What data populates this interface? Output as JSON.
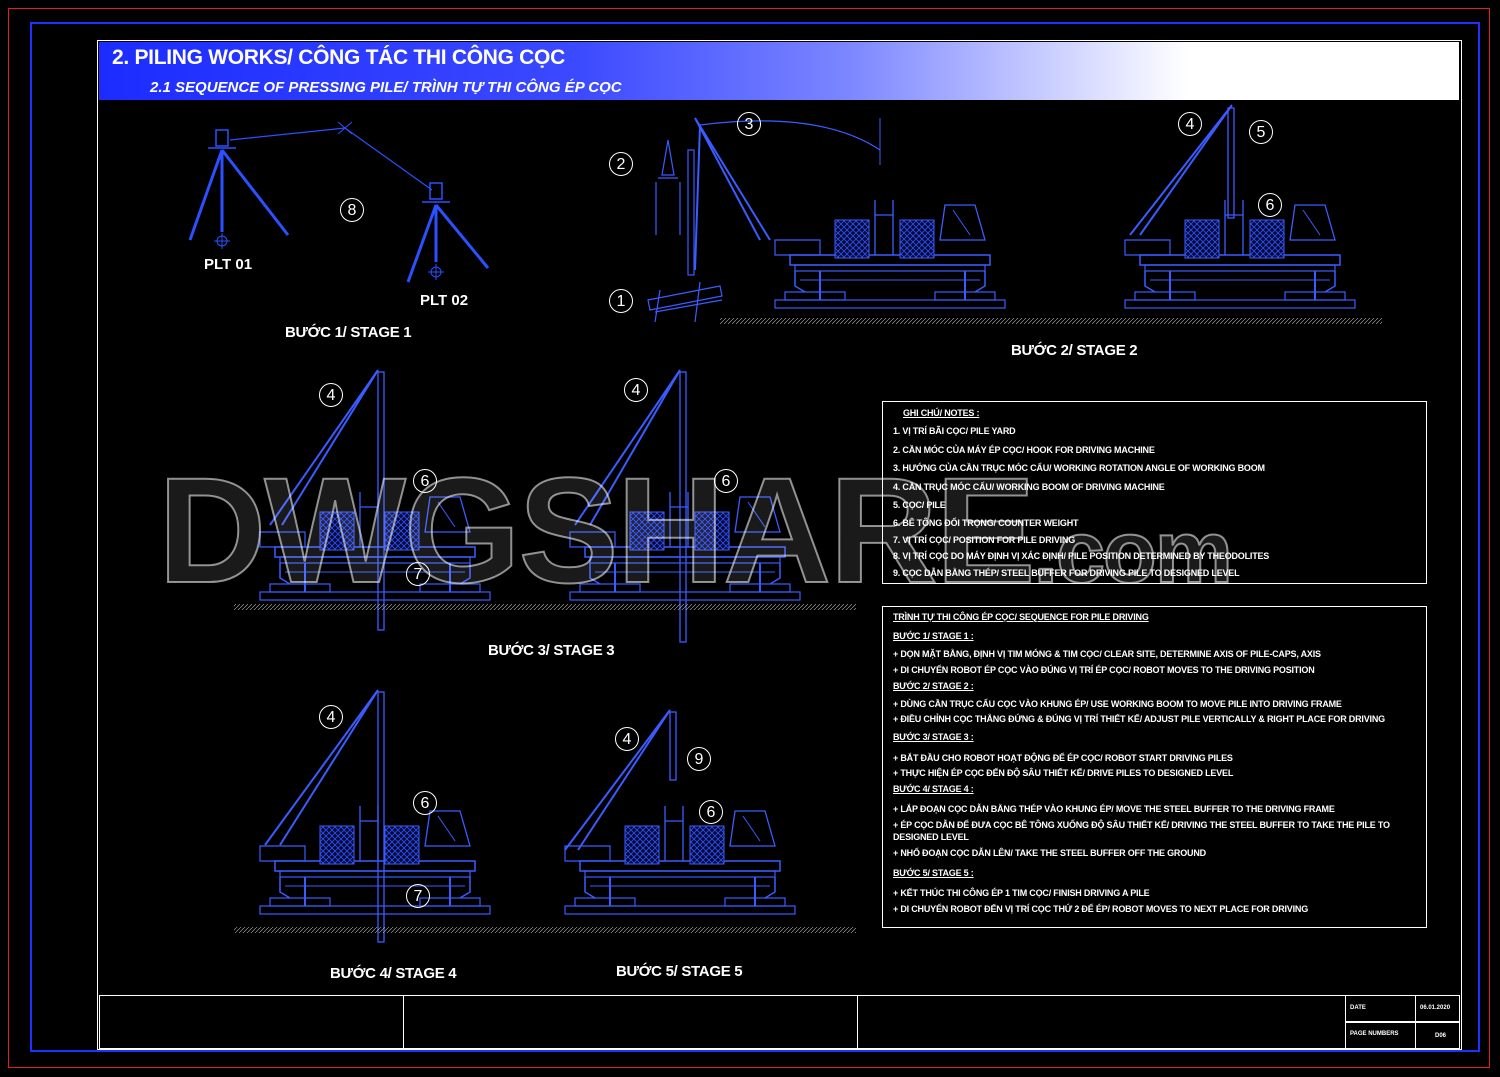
{
  "header": {
    "title": "2. PILING WORKS/ CÔNG TÁC THI CÔNG CỌC",
    "subtitle": "2.1 SEQUENCE OF PRESSING PILE/ TRÌNH TỰ THI CÔNG ÉP CỌC"
  },
  "stages": {
    "stage1": "BƯỚC 1/ STAGE 1",
    "stage2": "BƯỚC 2/ STAGE 2",
    "stage3": "BƯỚC 3/ STAGE 3",
    "stage4": "BƯỚC 4/ STAGE 4",
    "stage5": "BƯỚC 5/ STAGE 5"
  },
  "survey": {
    "plt1": "PLT 01",
    "plt2": "PLT 02"
  },
  "callouts": [
    "1",
    "2",
    "3",
    "4",
    "5",
    "6",
    "7",
    "8",
    "9"
  ],
  "notes": {
    "heading": "GHI CHÚ/ NOTES :",
    "items": [
      "1. VỊ TRÍ BÃI CỌC/ PILE YARD",
      "2. CẦN MÓC CỦA MÁY ÉP CỌC/ HOOK FOR DRIVING MACHINE",
      "3. HƯỚNG CỦA CẦN TRỤC MÓC CẨU/ WORKING ROTATION ANGLE OF WORKING BOOM",
      "4. CẦN TRỤC MÓC CẨU/ WORKING BOOM OF DRIVING MACHINE",
      "5. CỌC/ PILE",
      "6. BÊ TÔNG ĐỐI TRỌNG/ COUNTER WEIGHT",
      "7. VỊ TRÍ CỌC/ POSITION FOR PILE DRIVING",
      "8. VỊ TRÍ CỌC DO MÁY ĐỊNH VỊ XÁC ĐỊNH/ PILE POSITION DETERMINED BY THEODOLITES",
      "9. CỌC DẪN BẰNG THÉP/ STEEL BUFFER FOR DRIVING PILE TO DESIGNED LEVEL"
    ]
  },
  "sequence": {
    "heading": "TRÌNH TỰ THI CÔNG ÉP CỌC/ SEQUENCE FOR PILE DRIVING",
    "lines": [
      {
        "type": "head",
        "text": "BƯỚC 1/ STAGE 1 :"
      },
      {
        "type": "item",
        "text": "+ DỌN MẶT BẰNG, ĐỊNH VỊ TIM MÓNG & TIM CỌC/ CLEAR SITE, DETERMINE AXIS OF PILE-CAPS, AXIS"
      },
      {
        "type": "item",
        "text": "+ DI CHUYỂN ROBOT ÉP CỌC VÀO ĐÚNG VỊ TRÍ ÉP CỌC/ ROBOT MOVES TO THE DRIVING POSITION"
      },
      {
        "type": "head",
        "text": "BƯỚC 2/ STAGE 2 :"
      },
      {
        "type": "item",
        "text": "+ DÙNG CẦN TRỤC CẨU CỌC VÀO KHUNG ÉP/ USE WORKING BOOM TO MOVE PILE INTO  DRIVING FRAME"
      },
      {
        "type": "item",
        "text": "+ ĐIỀU CHỈNH CỌC THẲNG ĐỨNG & ĐÚNG VỊ TRÍ THIẾT KẾ/ ADJUST PILE VERTICALLY & RIGHT PLACE FOR DRIVING"
      },
      {
        "type": "head",
        "text": "BƯỚC 3/ STAGE 3 :"
      },
      {
        "type": "item",
        "text": "+ BẮT ĐẦU CHO ROBOT HOẠT ĐỘNG ĐỂ ÉP CỌC/ ROBOT START DRIVING PILES"
      },
      {
        "type": "item",
        "text": "+ THỰC HIỆN ÉP CỌC ĐẾN ĐỘ SÂU THIẾT KẾ/ DRIVE PILES TO DESIGNED LEVEL"
      },
      {
        "type": "head",
        "text": "BƯỚC 4/ STAGE 4 :"
      },
      {
        "type": "item",
        "text": "+ LẮP ĐOẠN CỌC DẪN BẰNG THÉP VÀO KHUNG ÉP/ MOVE THE STEEL BUFFER TO THE DRIVING FRAME"
      },
      {
        "type": "item",
        "text": "+ ÉP CỌC DẪN ĐỂ ĐƯA CỌC BÊ TÔNG XUỐNG ĐỘ SÂU THIẾT KẾ/ DRIVING THE STEEL BUFFER TO TAKE THE PILE TO"
      },
      {
        "type": "item",
        "text": "DESIGNED LEVEL"
      },
      {
        "type": "item",
        "text": "+ NHỔ ĐOẠN CỌC DẪN LÊN/ TAKE THE STEEL BUFFER OFF THE GROUND"
      },
      {
        "type": "head",
        "text": "BƯỚC 5/ STAGE 5 :"
      },
      {
        "type": "item",
        "text": "+ KẾT THÚC THI CÔNG ÉP 1 TIM CỌC/ FINISH DRIVING A PILE"
      },
      {
        "type": "item",
        "text": "+ DI CHUYỂN ROBOT ĐẾN VỊ TRÍ CỌC THỨ 2 ĐỂ ÉP/ ROBOT MOVES TO NEXT PLACE FOR DRIVING"
      }
    ]
  },
  "watermark": {
    "main": "DWGSHARE",
    "domain": ".com"
  },
  "title_block": {
    "date_label": "DATE",
    "date_value": "06.01.2020",
    "page_label": "PAGE NUMBERS",
    "page_value": "D06"
  },
  "colors": {
    "accent": "#1e30ff",
    "line": "#3a5cff",
    "frame_red": "#e02020",
    "text": "#ffffff"
  }
}
